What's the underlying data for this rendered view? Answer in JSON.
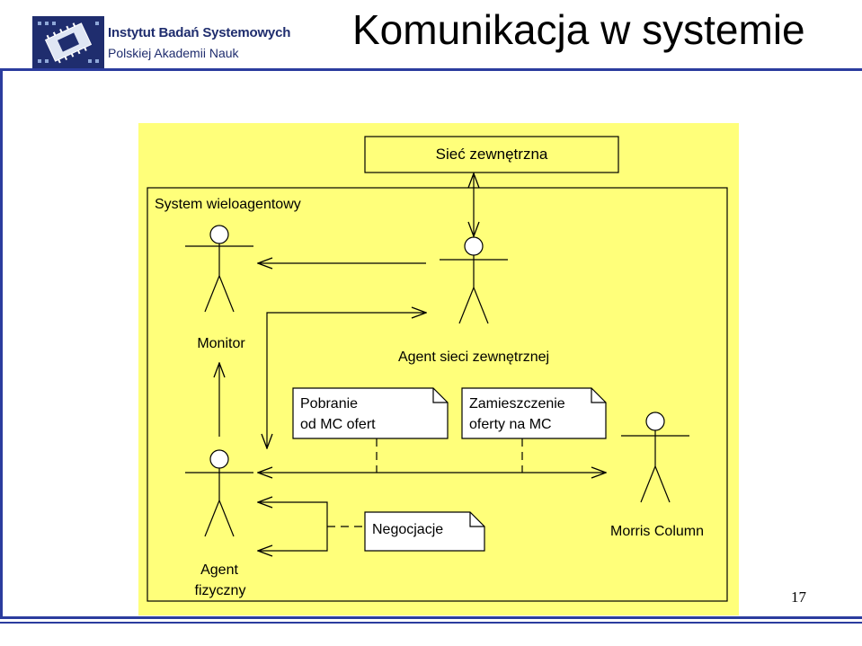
{
  "header": {
    "logo_line1": "Instytut Badań Systemowych",
    "logo_line2": "Polskiej Akademii Nauk",
    "title": "Komunikacja w systemie"
  },
  "footer": {
    "page_number": "17"
  },
  "diagram": {
    "external_network": "Sieć zewnętrzna",
    "system_label": "System wieloagentowy",
    "actors": {
      "monitor": "Monitor",
      "external_agent": "Agent sieci zewnętrznej",
      "physical_agent_line1": "Agent",
      "physical_agent_line2": "fizyczny",
      "morris_column": "Morris Column"
    },
    "notes": {
      "download_line1": "Pobranie",
      "download_line2": "od MC ofert",
      "post_line1": "Zamieszczenie",
      "post_line2": "oferty na MC",
      "negotiation": "Negocjacje"
    },
    "colors": {
      "background": "#ffff7a",
      "stroke": "#000000",
      "logo_blue": "#1f2d6e",
      "rule": "#2b3c9e"
    }
  }
}
